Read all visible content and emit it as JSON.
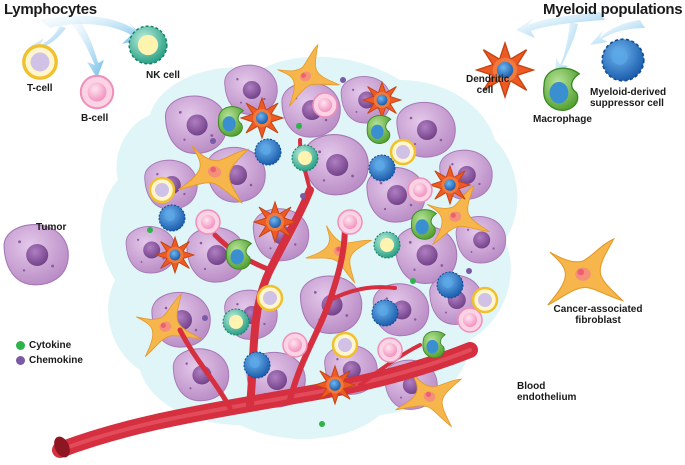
{
  "groups": {
    "lymphocytes": "Lymphocytes",
    "myeloid": "Myeloid populations"
  },
  "cells": {
    "t_cell": "T-cell",
    "b_cell": "B-cell",
    "nk_cell": "NK cell",
    "dendritic_line1": "Dendritic",
    "dendritic_line2": "cell",
    "macrophage": "Macrophage",
    "mdsc_line1": "Myeloid-derived",
    "mdsc_line2": "suppressor cell",
    "tumor": "Tumor",
    "caf_line1": "Cancer-associated",
    "caf_line2": "fibroblast",
    "blood_line1": "Blood",
    "blood_line2": "endothelium"
  },
  "legend": [
    {
      "label": "Cytokine",
      "color": "#2db34a"
    },
    {
      "label": "Chemokine",
      "color": "#7a5aa6"
    }
  ],
  "colors": {
    "tumor": "#c79fd0",
    "tumor_nucleus": "#8b5a9e",
    "fibroblast": "#f7b64b",
    "dendritic": "#ee5a24",
    "macrophage": "#6dbb45",
    "mdsc": "#1e73c4",
    "t_cell": "#f7d24a",
    "b_cell": "#f49ac1",
    "nk_cell": "#2aa58a",
    "vessel": "#d62f3f",
    "microenvironment": "#cfeef0",
    "arrow": "#7fc4e8"
  }
}
